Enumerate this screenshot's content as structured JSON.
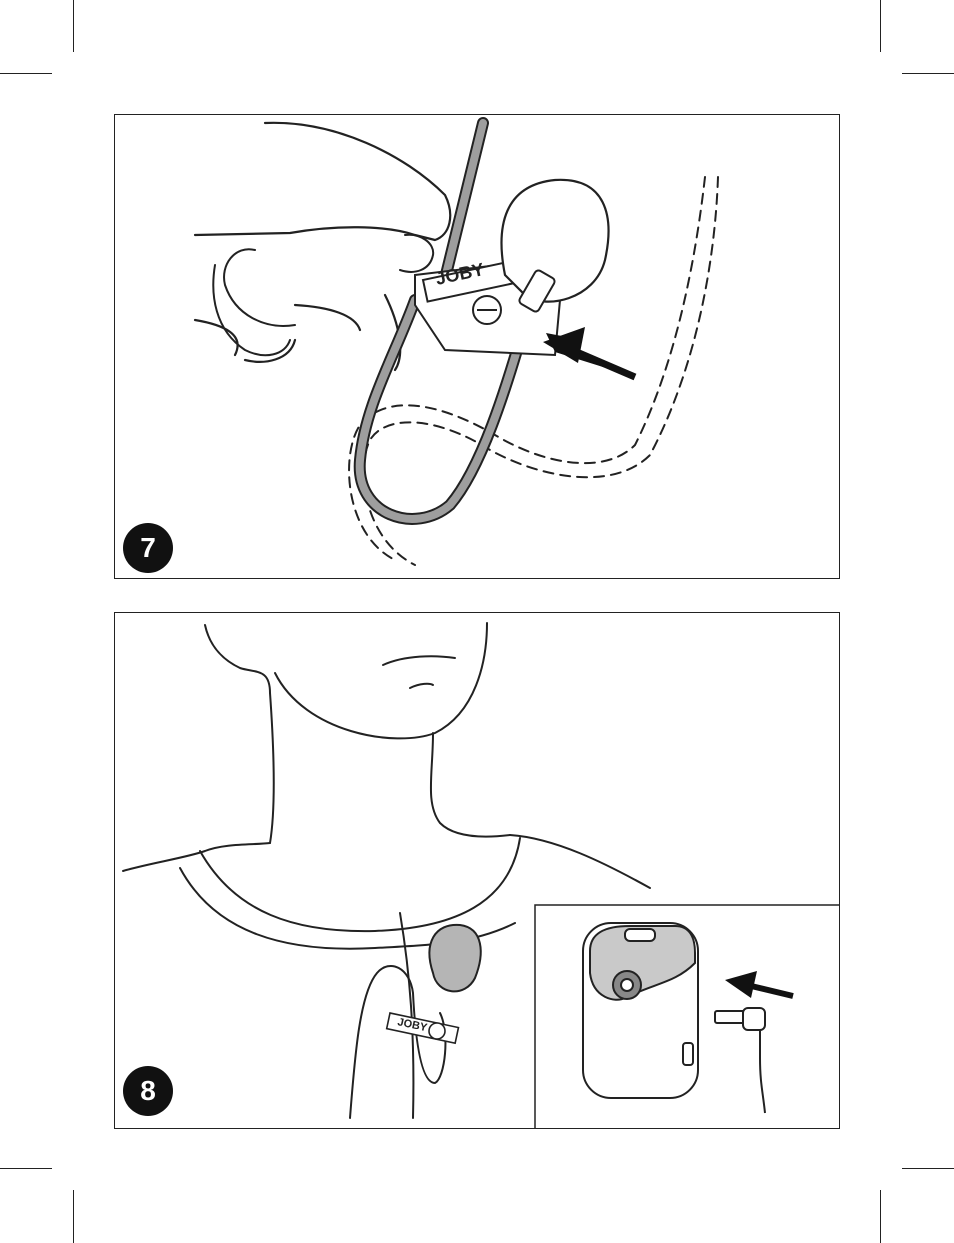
{
  "panels": [
    {
      "step": "7",
      "brand": "JOBY"
    },
    {
      "step": "8",
      "brand": "JOBY"
    }
  ],
  "colors": {
    "line": "#222222",
    "cable": "#9e9e9e",
    "foam": "#b5b5b5",
    "badge": "#111111"
  }
}
